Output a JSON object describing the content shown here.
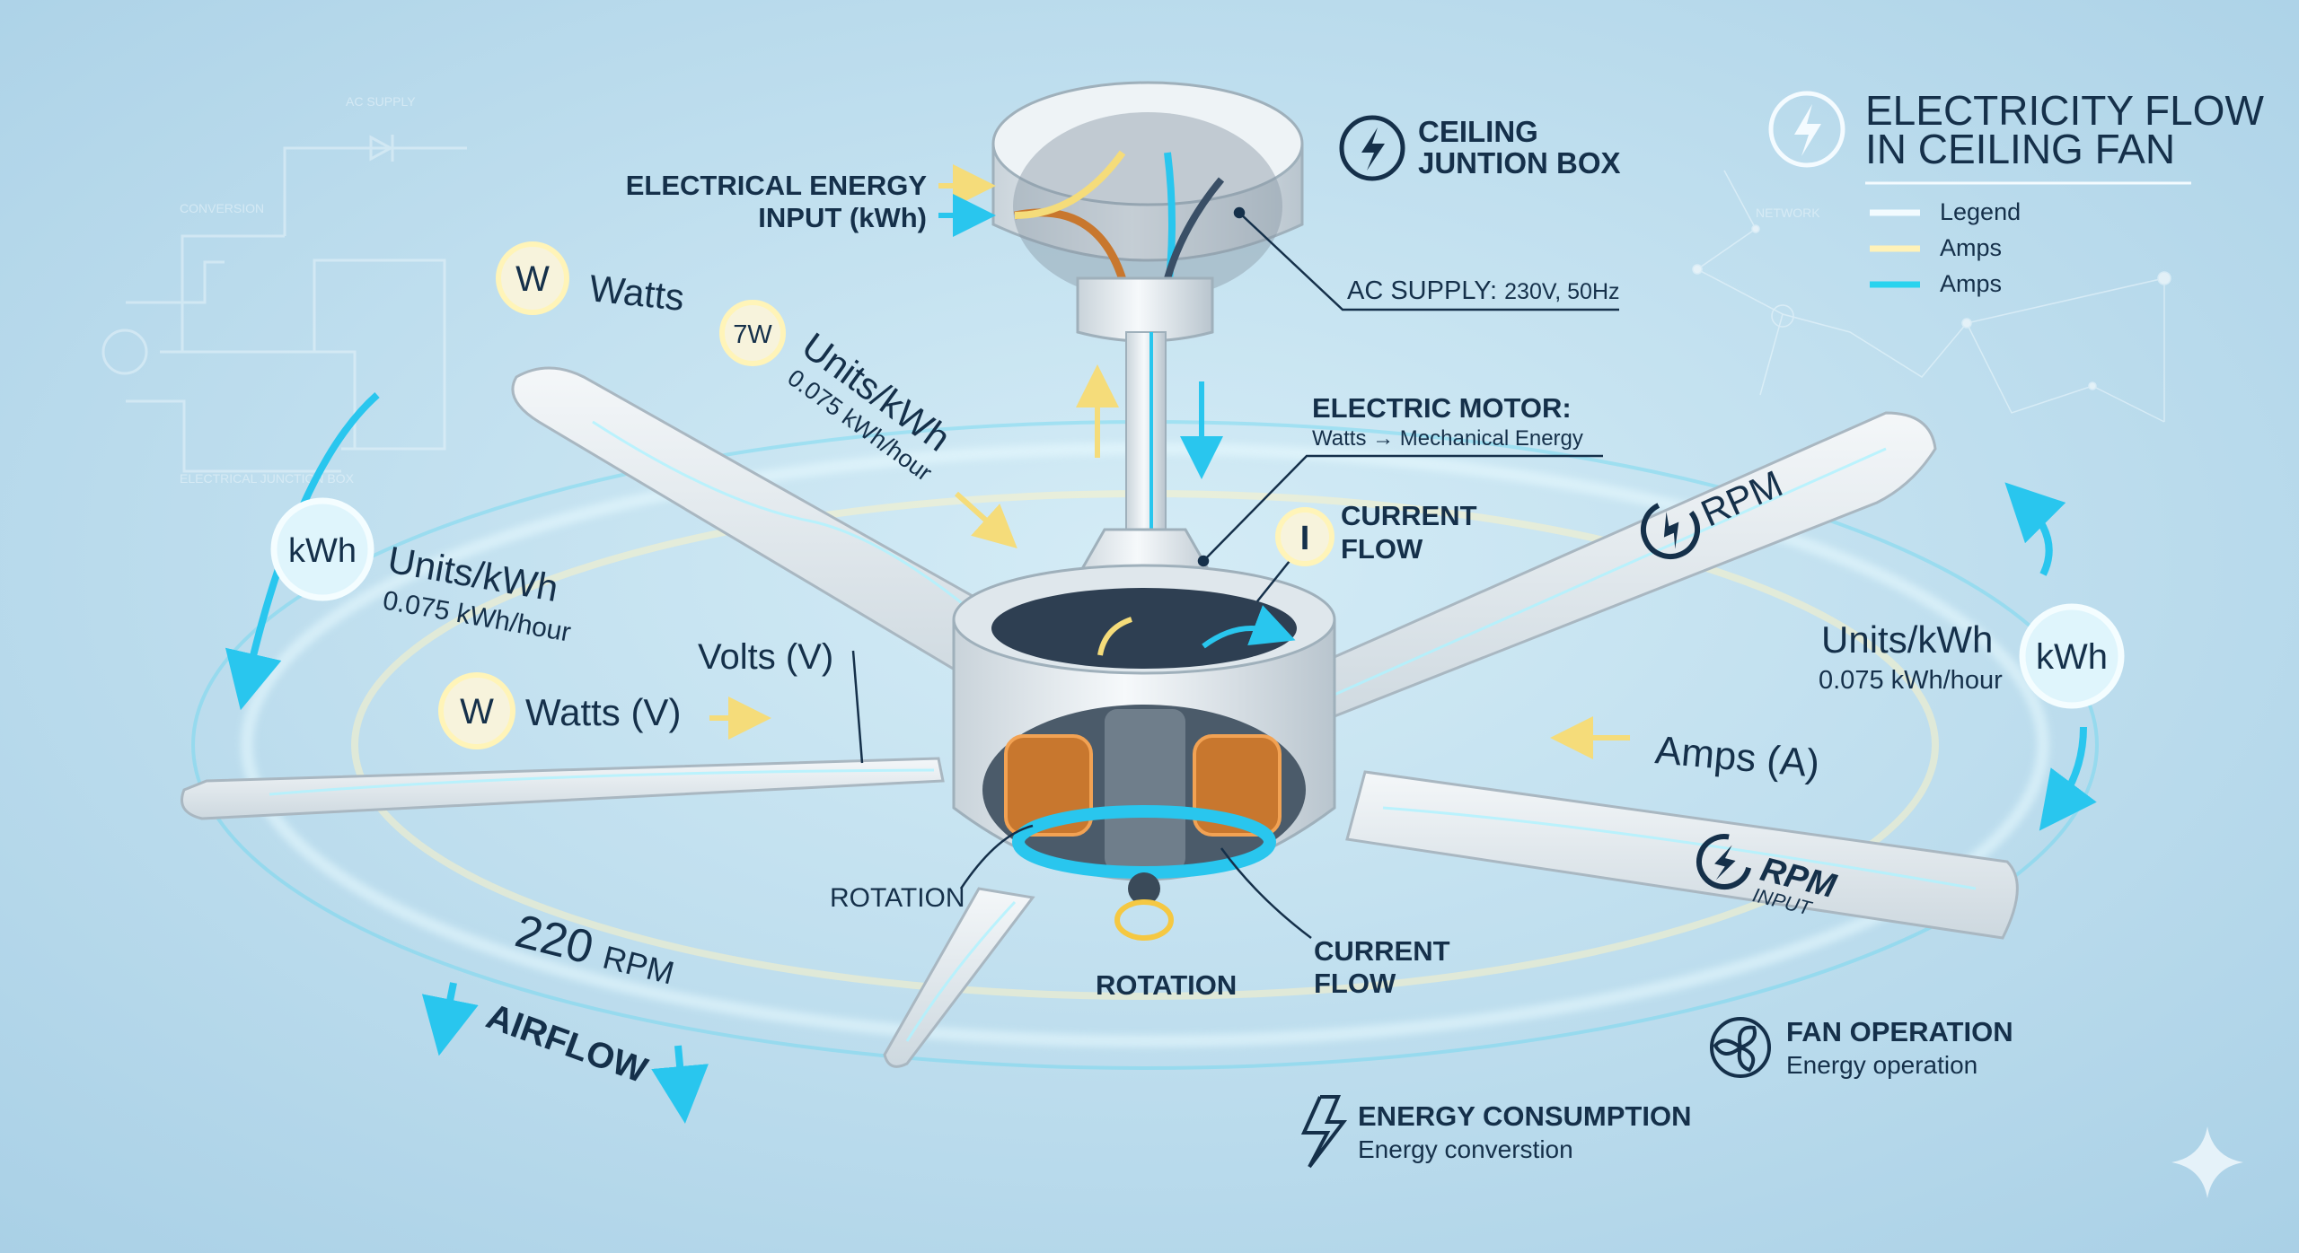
{
  "title": {
    "line1": "ELECTRICITY FLOW",
    "line2": "IN CEILING FAN",
    "icon": "lightning-circle-icon"
  },
  "legend": [
    {
      "label": "Legend",
      "color": "#f2fbff"
    },
    {
      "label": "Amps",
      "color": "#fff2b8"
    },
    {
      "label": "Amps",
      "color": "#29d3ee"
    }
  ],
  "junction_box": {
    "line1": "CEILING",
    "line2": "JUNTION BOX"
  },
  "energy_input": {
    "line1": "ELECTRICAL ENERGY",
    "line2": "INPUT (kWh)"
  },
  "ac_supply": {
    "label": "AC SUPPLY:",
    "value": "230V, 50Hz"
  },
  "watts_top": {
    "badge": "W",
    "label": "Watts"
  },
  "units_diag": {
    "badge": "7W",
    "label": "Units/kWh",
    "rate": "0.075 kWh/hour"
  },
  "units_left": {
    "badge": "kWh",
    "label": "Units/kWh",
    "rate": "0.075 kWh/hour"
  },
  "volts": "Volts (V)",
  "watts_left": {
    "badge": "W",
    "label": "Watts (V)"
  },
  "motor": {
    "title": "ELECTRIC MOTOR:",
    "subtitle": "Watts → Mechanical Energy"
  },
  "current_flow_top": {
    "badge": "I",
    "line1": "CURRENT",
    "line2": "FLOW"
  },
  "rpm_blade": "RPM",
  "units_right": {
    "badge": "kWh",
    "label": "Units/kWh",
    "rate": "0.075 kWh/hour"
  },
  "amps": "Amps (A)",
  "rpm_input": {
    "label": "RPM",
    "sub": "INPUT"
  },
  "rotation_left": "ROTATION",
  "rotation_bottom": "ROTATION",
  "current_flow_bottom": {
    "line1": "CURRENT",
    "line2": "FLOW"
  },
  "rpm_value": {
    "value": "220",
    "unit": "RPM"
  },
  "airflow": "AIRFLOW",
  "fan_operation": {
    "title": "FAN OPERATION",
    "subtitle": "Energy operation"
  },
  "energy_consumption": {
    "title": "ENERGY CONSUMPTION",
    "subtitle": "Energy converstion"
  },
  "schematic": {
    "ac_supply": "AC SUPPLY",
    "conversion": "CONVERSION",
    "junction": "ELECTRICAL JUNCTION BOX",
    "network": "NETWORK"
  },
  "colors": {
    "background": "#bcdcec",
    "text": "#15304a",
    "cyan": "#29c6ee",
    "yellow": "#f5dc7a",
    "copper": "#c8772e"
  }
}
